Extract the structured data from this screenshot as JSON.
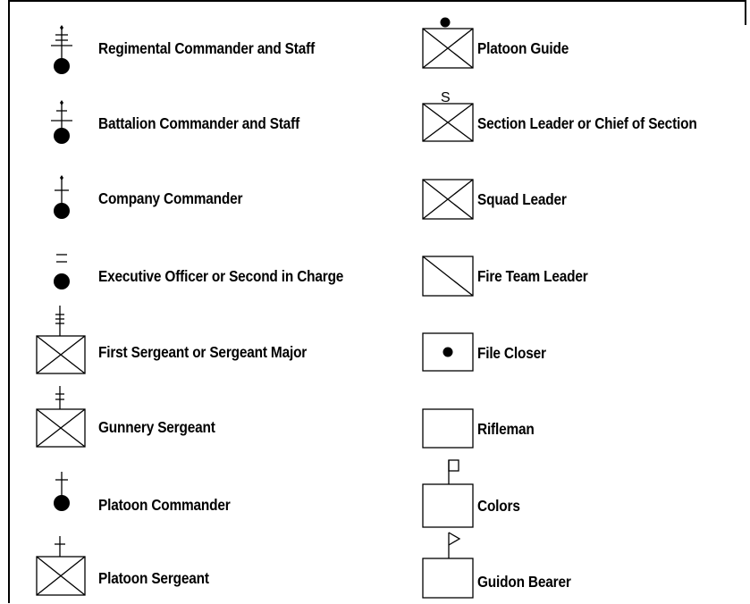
{
  "left_column": [
    {
      "label": "Regimental Commander and Staff",
      "icon": "officer-three-bars-icon"
    },
    {
      "label": "Battalion Commander and Staff",
      "icon": "officer-two-bars-icon"
    },
    {
      "label": "Company Commander",
      "icon": "officer-one-bar-icon"
    },
    {
      "label": "Executive Officer or Second in Charge",
      "icon": "executive-officer-icon"
    },
    {
      "label": "First Sergeant or Sergeant Major",
      "icon": "nco-three-bars-icon"
    },
    {
      "label": "Gunnery Sergeant",
      "icon": "nco-two-bars-icon"
    },
    {
      "label": "Platoon Commander",
      "icon": "platoon-commander-icon"
    },
    {
      "label": "Platoon Sergeant",
      "icon": "platoon-sergeant-icon"
    }
  ],
  "right_column": [
    {
      "label": "Platoon Guide",
      "icon": "platoon-guide-icon"
    },
    {
      "label": "Section Leader or Chief of Section",
      "icon": "section-leader-icon",
      "glyph": "S"
    },
    {
      "label": "Squad Leader",
      "icon": "squad-leader-icon"
    },
    {
      "label": "Fire Team Leader",
      "icon": "fire-team-leader-icon"
    },
    {
      "label": "File Closer",
      "icon": "file-closer-icon"
    },
    {
      "label": "Rifleman",
      "icon": "rifleman-icon"
    },
    {
      "label": "Colors",
      "icon": "colors-icon"
    },
    {
      "label": "Guidon Bearer",
      "icon": "guidon-bearer-icon"
    }
  ]
}
